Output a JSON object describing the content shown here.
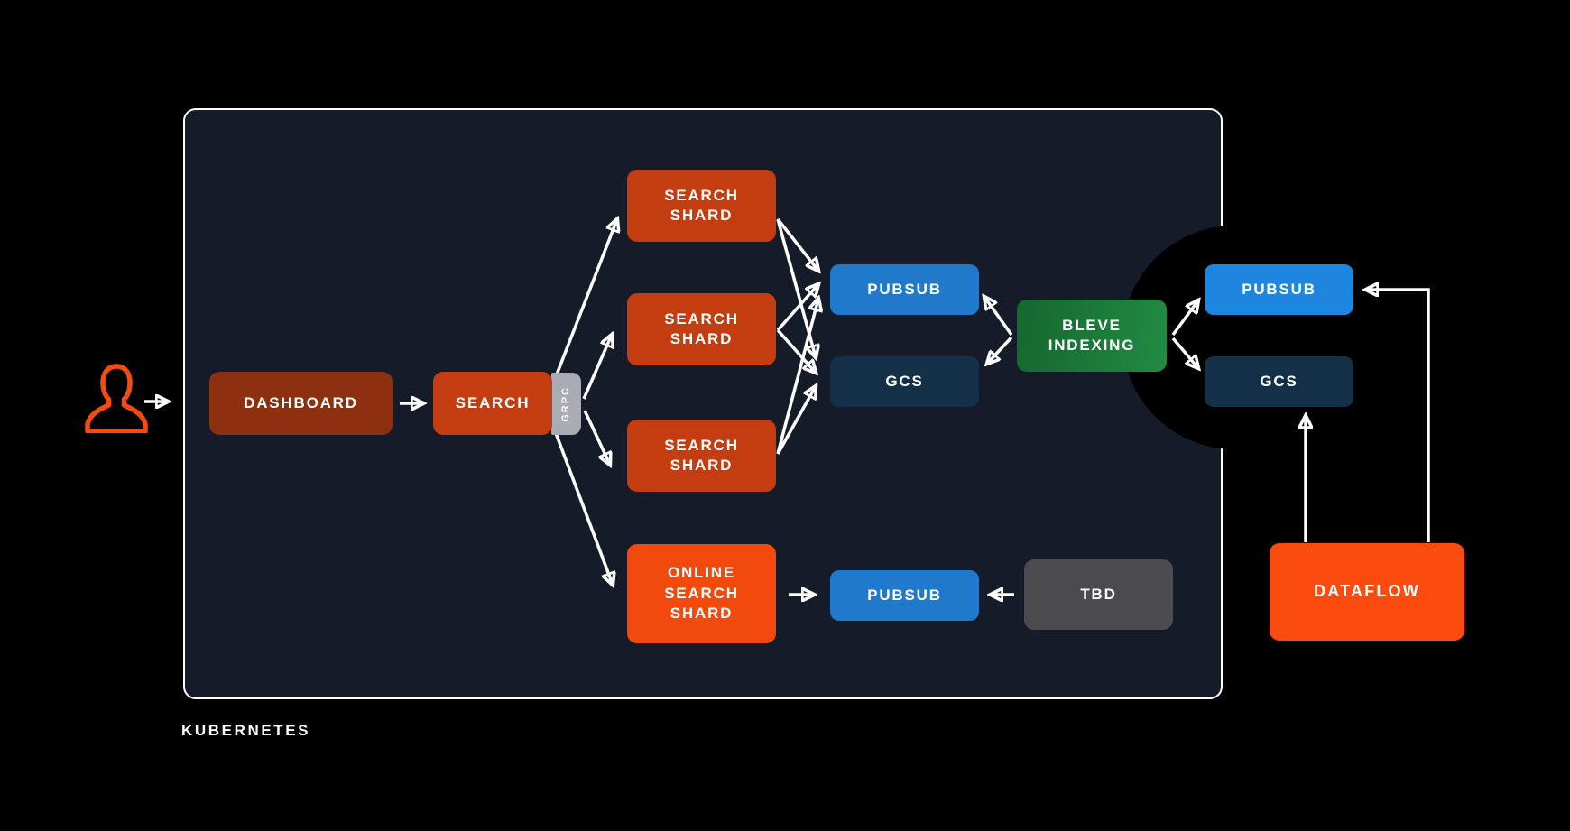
{
  "diagram": {
    "container_label": "KUBERNETES",
    "nodes": {
      "user": {
        "icon": "user-icon",
        "color": "#F54B0E"
      },
      "dashboard": {
        "label": "DASHBOARD",
        "color": "#8C3010"
      },
      "search": {
        "label": "SEARCH",
        "color": "#C43D11"
      },
      "grpc": {
        "label": "GRPC",
        "color": "#A9ADB3"
      },
      "search_shard_1": {
        "label": "SEARCH\nSHARD",
        "color": "#C43D11"
      },
      "search_shard_2": {
        "label": "SEARCH\nSHARD",
        "color": "#C43D11"
      },
      "search_shard_3": {
        "label": "SEARCH\nSHARD",
        "color": "#C43D11"
      },
      "online_search_shard": {
        "label": "ONLINE\nSEARCH\nSHARD",
        "color": "#F24A0D"
      },
      "pubsub_mid": {
        "label": "PUBSUB",
        "color": "#2179CC"
      },
      "gcs_mid": {
        "label": "GCS",
        "color": "#143049"
      },
      "bleve_indexing": {
        "label": "BLEVE\nINDEXING",
        "color_start": "#15672F",
        "color_end": "#218B43"
      },
      "pubsub_right": {
        "label": "PUBSUB",
        "color": "#1F86E0"
      },
      "gcs_right": {
        "label": "GCS",
        "color": "#143049"
      },
      "pubsub_bottom": {
        "label": "PUBSUB",
        "color": "#2179CC"
      },
      "tbd": {
        "label": "TBD",
        "color": "#4B4B4F"
      },
      "dataflow": {
        "label": "DATAFLOW",
        "color": "#FB4B0E"
      }
    },
    "edges": [
      {
        "from": "user",
        "to": "kubernetes"
      },
      {
        "from": "dashboard",
        "to": "search"
      },
      {
        "from": "search-grpc",
        "to": "search-shard-1"
      },
      {
        "from": "search-grpc",
        "to": "search-shard-2"
      },
      {
        "from": "search-grpc",
        "to": "search-shard-3"
      },
      {
        "from": "search-grpc",
        "to": "online-search-shard"
      },
      {
        "from": "search-shard-1",
        "to": "pubsub-mid"
      },
      {
        "from": "search-shard-1",
        "to": "gcs-mid"
      },
      {
        "from": "search-shard-2",
        "to": "pubsub-mid"
      },
      {
        "from": "search-shard-2",
        "to": "gcs-mid"
      },
      {
        "from": "search-shard-3",
        "to": "pubsub-mid"
      },
      {
        "from": "search-shard-3",
        "to": "gcs-mid"
      },
      {
        "from": "bleve-indexing",
        "to": "pubsub-mid"
      },
      {
        "from": "bleve-indexing",
        "to": "gcs-mid"
      },
      {
        "from": "bleve-indexing",
        "to": "pubsub-right"
      },
      {
        "from": "bleve-indexing",
        "to": "gcs-right"
      },
      {
        "from": "online-search-shard",
        "to": "pubsub-bottom"
      },
      {
        "from": "tbd",
        "to": "pubsub-bottom"
      },
      {
        "from": "dataflow",
        "to": "gcs-right"
      },
      {
        "from": "dataflow",
        "to": "pubsub-right"
      }
    ],
    "colors": {
      "page_background": "#000000",
      "container_fill": "#151B28",
      "container_border": "#FFFFFF",
      "arrow": "#FFFFFF",
      "text": "#FFFFFF"
    }
  }
}
